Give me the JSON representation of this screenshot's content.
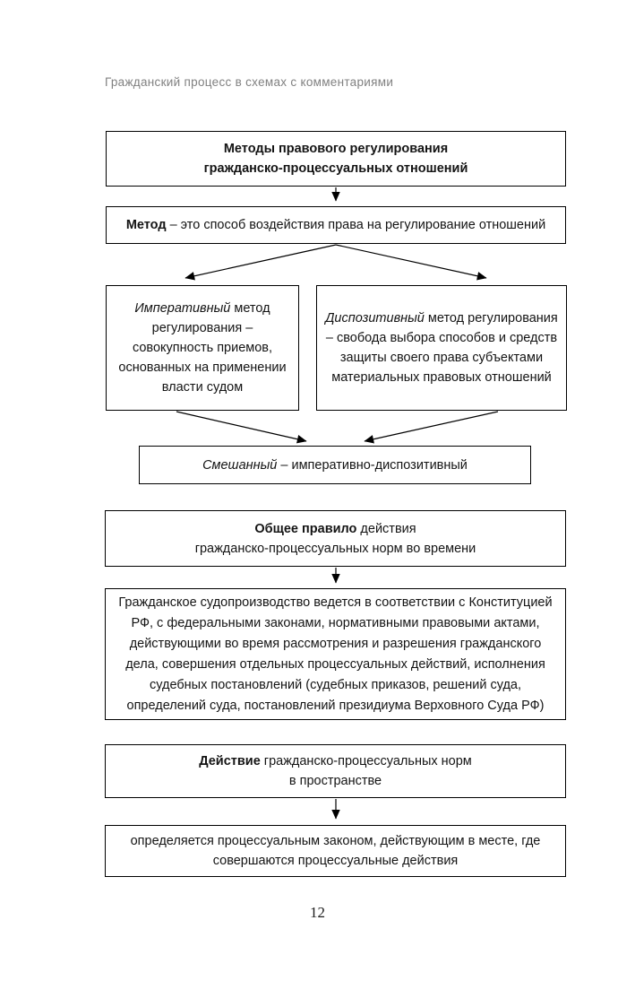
{
  "page": {
    "running_header": "Гражданский процесс в схемах с комментариями",
    "page_number": "12"
  },
  "methods_chart": {
    "title_line1": "Методы правового регулирования",
    "title_line2": "гражданско-процессуальных отношений",
    "definition": {
      "term": "Метод",
      "text": " – это способ воздействия права на регулирование отношений"
    },
    "imperative": {
      "term": "Императивный",
      "text": " метод регулирования – совокупность приемов, основанных на применении власти судом"
    },
    "dispositive": {
      "term": "Диспозитивный",
      "text": " метод регулирования – свобода выбора способов и средств защиты своего права субъектами материальных правовых отношений"
    },
    "mixed": {
      "term": "Смешанный",
      "text": " – императивно-диспозитивный"
    }
  },
  "time_chart": {
    "heading_bold": "Общее правило",
    "heading_rest": " действия",
    "heading_line2": "гражданско-процессуальных норм во времени",
    "body": "Гражданское судопроизводство ведется в соответствии с Конституцией РФ, с федеральными законами, нормативными правовыми актами, действующими во время рассмотрения и разрешения гражданского дела, совершения отдельных процессуальных действий, исполнения судебных постановлений (судебных приказов, решений суда, определений суда, постановлений президиума Верховного Суда РФ)"
  },
  "space_chart": {
    "heading_bold": "Действие",
    "heading_rest": " гражданско-процессуальных норм",
    "heading_line2": "в пространстве",
    "body": "определяется процессуальным законом, действующим в месте, где совершаются процессуальные действия"
  }
}
